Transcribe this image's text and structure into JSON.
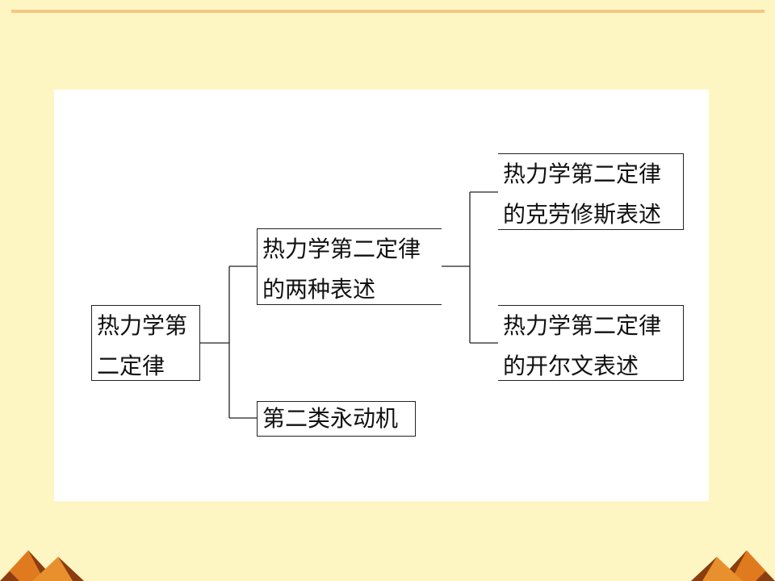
{
  "diagram": {
    "root": {
      "lines": [
        "热力学第",
        "二定律"
      ]
    },
    "branch_statements": {
      "lines": [
        "热力学第二定律",
        "的两种表述"
      ]
    },
    "branch_machine": {
      "lines": [
        "第二类永动机"
      ]
    },
    "leaf_clausius": {
      "lines": [
        "热力学第二定律",
        "的克劳修斯表述"
      ]
    },
    "leaf_kelvin": {
      "lines": [
        "热力学第二定律",
        "的开尔文表述"
      ]
    }
  },
  "colors": {
    "background": "#fdf6c3",
    "accent_rule": "#f2c882",
    "panel": "#ffffff",
    "decor_orange": "#e07a1e",
    "decor_dark": "#8a3d10"
  }
}
